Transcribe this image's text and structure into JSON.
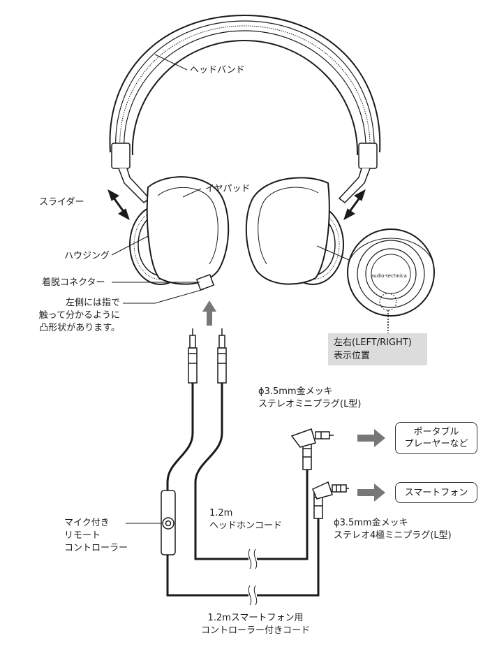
{
  "labels": {
    "headband": "ヘッドバンド",
    "earpad": "イヤパッド",
    "slider": "スライダー",
    "housing": "ハウジング",
    "connector": "着脱コネクター",
    "left_note": [
      "左側には指で",
      "触って分かるように",
      "凸形状があります。"
    ],
    "lr_position": [
      "左右(LEFT/RIGHT)",
      "表示位置"
    ],
    "brand": "audio-technica",
    "plug_35": [
      "ϕ3.5mm金メッキ",
      "ステレオミニプラグ(L型)"
    ],
    "plug_35_4pole": [
      "ϕ3.5mm金メッキ",
      "ステレオ4極ミニプラグ(L型)"
    ],
    "cord_headphone": [
      "1.2m",
      "ヘッドホンコード"
    ],
    "cord_smartphone": [
      "1.2mスマートフォン用",
      "コントローラー付きコード"
    ],
    "mic_remote": [
      "マイク付き",
      "リモート",
      "コントローラー"
    ]
  },
  "devices": {
    "portable": [
      "ポータブル",
      "プレーヤーなど"
    ],
    "smartphone": "スマートフォン"
  },
  "colors": {
    "line": "#1a1a1a",
    "note_bg": "#dcdcdc",
    "arrow": "#777777"
  }
}
